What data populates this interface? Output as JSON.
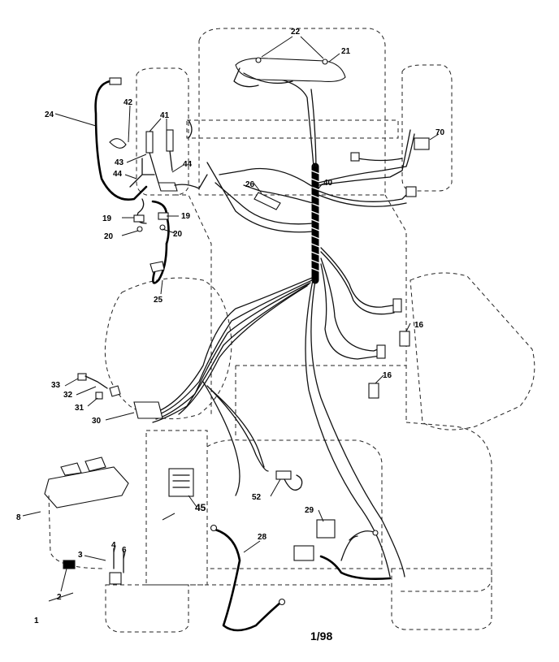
{
  "diagram": {
    "callouts": {
      "c1": "1",
      "c2": "2",
      "c3": "3",
      "c4": "4",
      "c6": "6",
      "c8": "8",
      "c16a": "16",
      "c16b": "16",
      "c19a": "19",
      "c19b": "19",
      "c20a": "20",
      "c20b": "20",
      "c21": "21",
      "c22": "22",
      "c24": "24",
      "c25": "25",
      "c26": "26",
      "c28": "28",
      "c29": "29",
      "c30": "30",
      "c31": "31",
      "c32": "32",
      "c33": "33",
      "c40": "40",
      "c41": "41",
      "c42": "42",
      "c43": "43",
      "c44a": "44",
      "c44b": "44",
      "c45": "45",
      "c52": "52",
      "c70": "70"
    },
    "footer_code": "1/98"
  }
}
